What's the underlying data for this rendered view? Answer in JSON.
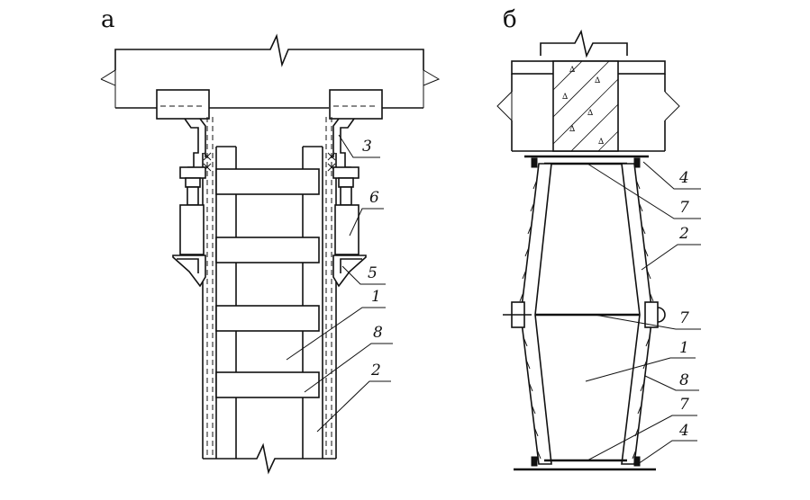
{
  "figure": {
    "panels": [
      {
        "id": "a",
        "label": "а"
      },
      {
        "id": "b",
        "label": "б"
      }
    ],
    "callouts_a": [
      {
        "label": "3"
      },
      {
        "label": "6"
      },
      {
        "label": "5"
      },
      {
        "label": "1"
      },
      {
        "label": "8"
      },
      {
        "label": "2"
      }
    ],
    "callouts_b": [
      {
        "label": "4"
      },
      {
        "label": "7"
      },
      {
        "label": "2"
      },
      {
        "label": "7"
      },
      {
        "label": "1"
      },
      {
        "label": "8"
      },
      {
        "label": "7"
      },
      {
        "label": "4"
      }
    ]
  }
}
